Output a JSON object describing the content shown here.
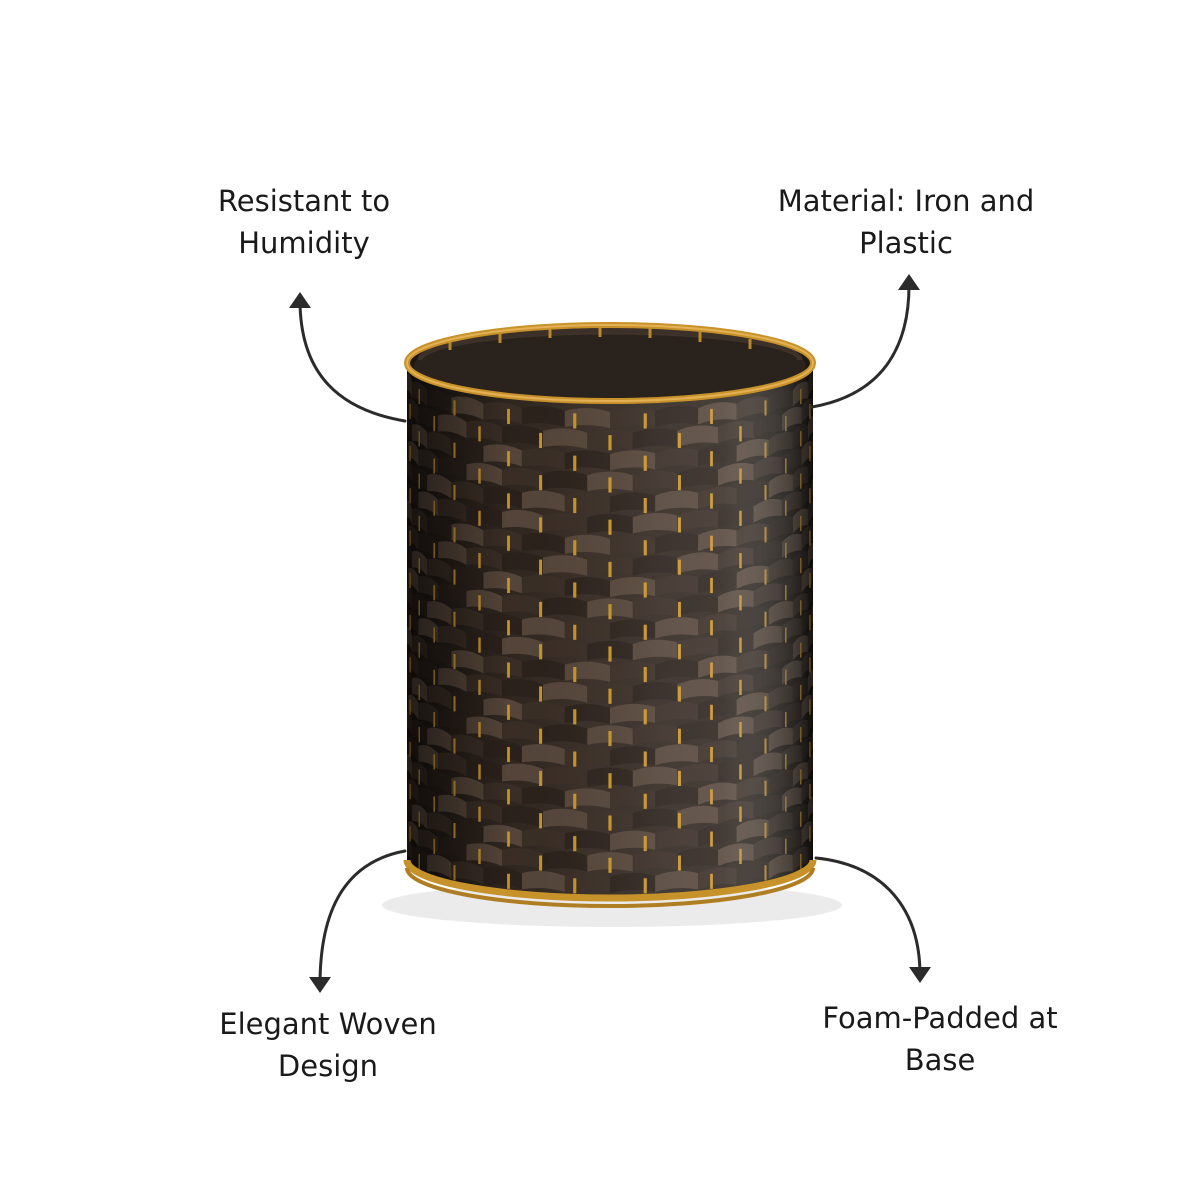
{
  "features": {
    "top_left": [
      "Resistant to",
      "Humidity"
    ],
    "top_right": [
      "Material: Iron and",
      "Plastic"
    ],
    "bottom_left": [
      "Elegant Woven",
      "Design"
    ],
    "bottom_right": [
      "Foam-Padded at",
      "Base"
    ]
  },
  "colors": {
    "weave_dark": "#2a211b",
    "weave_mid": "#3b2f27",
    "weave_light": "#5a4a3e",
    "gold": "#c8922a",
    "gold_light": "#e3b055",
    "arrow": "#2b2b2b",
    "text": "#1a1a1a",
    "background": "#ffffff"
  }
}
